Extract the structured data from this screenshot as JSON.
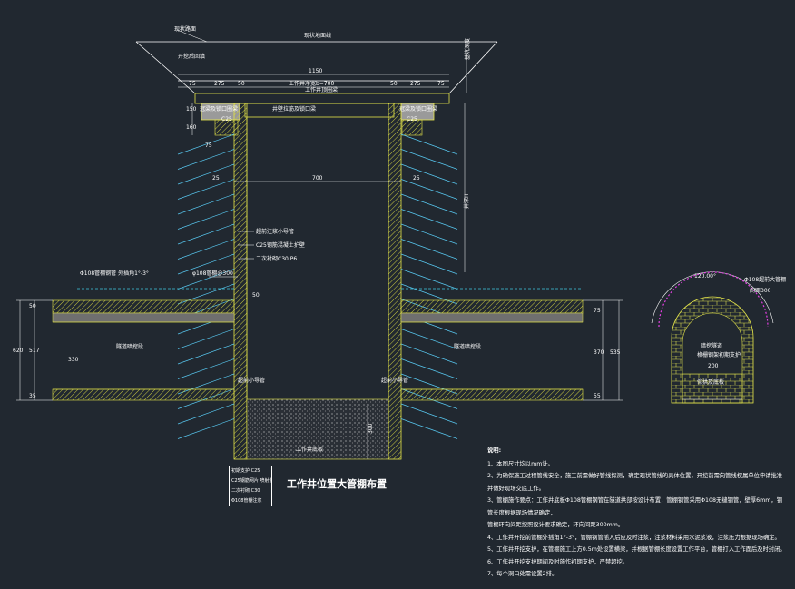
{
  "drawing": {
    "title": "工作井位置大管棚布置",
    "background": "#212830",
    "colors": {
      "structure": "#e6e64a",
      "annotation": "#ffffff",
      "pipe": "#40c8e0",
      "grout": "#58c8f0",
      "magenta": "#e040e0"
    }
  },
  "labels": {
    "road_surface": "现状路面",
    "ground_line": "现状地面线",
    "backfill": "开挖后回填",
    "overall_width": "1150",
    "inner_width_label": "工作井净宽b=700",
    "top_beam": "工作井顶圈梁",
    "top_dims": [
      "75",
      "275",
      "50",
      "50",
      "275",
      "75"
    ],
    "left_crown": "冠梁及锁口圈梁",
    "right_crown": "冠梁及锁口圈梁",
    "c25_left": "C25",
    "c25_right": "C25",
    "collar_label": "井壁拉筋及锁口梁",
    "side_height": "基坑深度",
    "dim_150": "150",
    "dim_160": "160",
    "dim_75": "75",
    "dim_25_left": "25",
    "dim_700": "700",
    "dim_25_right": "25",
    "depth_label": "井深H",
    "grout_note": "超前注浆小导管",
    "wall_note": "C25钢筋混凝土护壁",
    "secondary_lining": "二次衬砌C30 P6",
    "pipe_left": "φ108管棚@300",
    "pipe_note_left": "Φ108管棚钢管\n外插角1°-3°",
    "dim_50_mid": "50",
    "tunnel_left": "隧道暗挖段",
    "tunnel_right": "隧道暗挖段",
    "left_dims": [
      "50",
      "517",
      "35"
    ],
    "left_total": "620",
    "left_height_330": "330",
    "right_dims": [
      "75",
      "370",
      "55"
    ],
    "right_total": "535",
    "bottom_left": "超前小导管",
    "bottom_right": "超前小导管",
    "bottom_label": "工作井底板",
    "dim_300": "300",
    "legend": [
      "初期支护 C25",
      "C25钢筋网片 喷射混凝土",
      "二次衬砌 C30",
      "Φ108管棚注浆"
    ],
    "section": {
      "angle": "120.00°",
      "pipe_label": "Φ108超前大管棚",
      "spacing": "间距300",
      "tunnel_label": "暗挖隧道",
      "support_label": "格栅钢架初期支护",
      "width": "200",
      "invert_label": "仰拱及底板"
    }
  },
  "notes": {
    "heading": "说明:",
    "items": [
      "1、本图尺寸均以mm计。",
      "2、为确保施工过程管线安全，施工前需做好管线探测，确定现状管线的具体位置，开挖前需向管线权属单位申请批准并做好现场交底工作。",
      "3、管棚施作要点：工作井底板Φ108管棚钢管在隧道拱部按设计布置，管棚钢管采用Φ108无缝钢管，壁厚6mm，钢管长度根据现场情况确定，",
      "   管棚环向间距按照设计要求确定，环向间距300mm。",
      "4、工作井开挖前管棚外插角1°-3°，管棚钢管插入后应及时注浆，注浆材料采用水泥浆液，注浆压力根据现场确定。",
      "5、工作井开挖支护，在管棚施工上方0.5m处设置横梁，并根据管棚长度设置工作平台，管棚打入工作面后及时封闭。",
      "6、工作井开挖支护期间及时施作初期支护，严禁超挖。",
      "7、每个洞口处需设置2排。"
    ]
  }
}
